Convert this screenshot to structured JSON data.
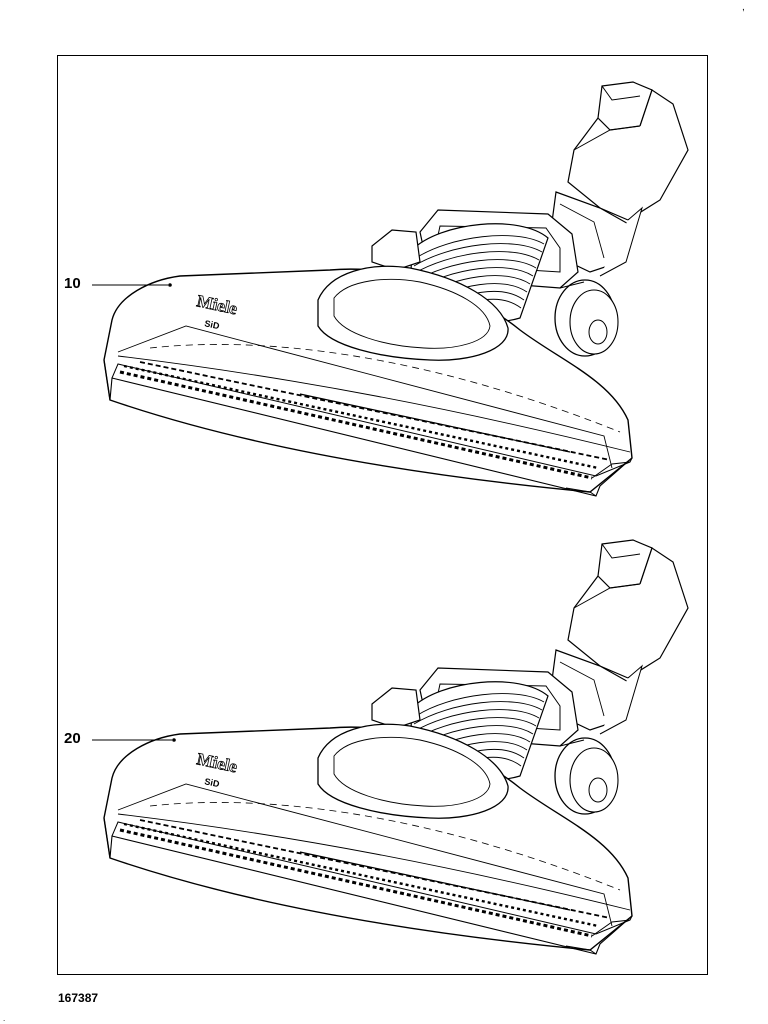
{
  "callouts": {
    "top": "10",
    "bottom": "20"
  },
  "document_number": "167387",
  "brand_mark": {
    "logo": "Miele",
    "model": "SiD"
  }
}
